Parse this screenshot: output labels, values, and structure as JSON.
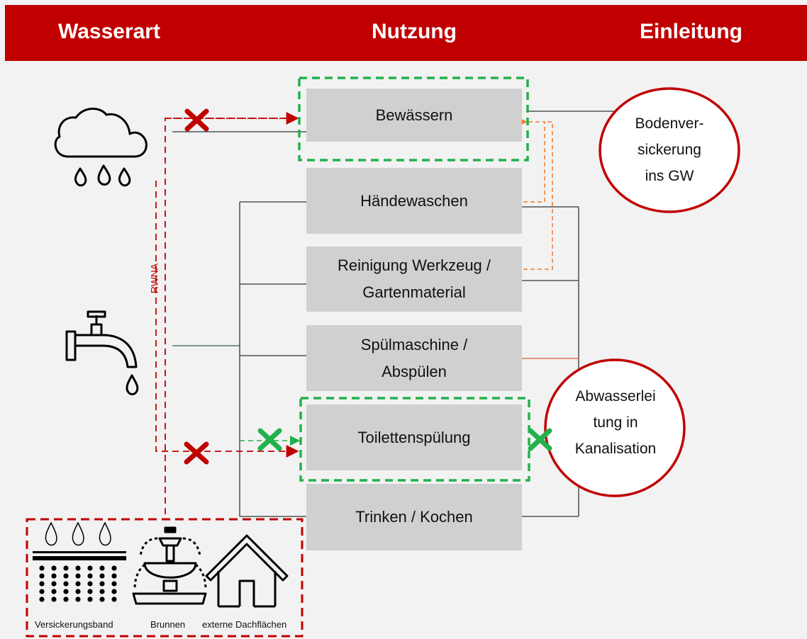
{
  "header": {
    "col_water_type": "Wasserart",
    "col_usage": "Nutzung",
    "col_discharge": "Einleitung"
  },
  "usages": [
    "Bewässern",
    "Händewaschen",
    "Reinigung Werkzeug /\nGartenmaterial",
    "Spülmaschine /\nAbspülen",
    "Toilettenspülung",
    "Trinken / Kochen"
  ],
  "discharge": {
    "ground": "Bodenver-\nsickerung\nins GW",
    "sewer": "Abwasserlei\ntung in\nKanalisation"
  },
  "rwna_label": "RWNA",
  "alt_sources": {
    "infiltration_band": "Versickerungsband",
    "fountain": "Brunnen",
    "external_roofs": "externe Dachflächen"
  },
  "colors": {
    "header": "#c00000",
    "red_dashed": "#c00000",
    "green_dashed": "#22b14c",
    "orange_dashed": "#ed7d31",
    "box_fill": "#d0d0d0",
    "circle_stroke": "#c00000"
  },
  "icons": [
    "rain-cloud-icon",
    "water-tap-icon",
    "droplets-icon",
    "fountain-icon",
    "house-icon"
  ]
}
